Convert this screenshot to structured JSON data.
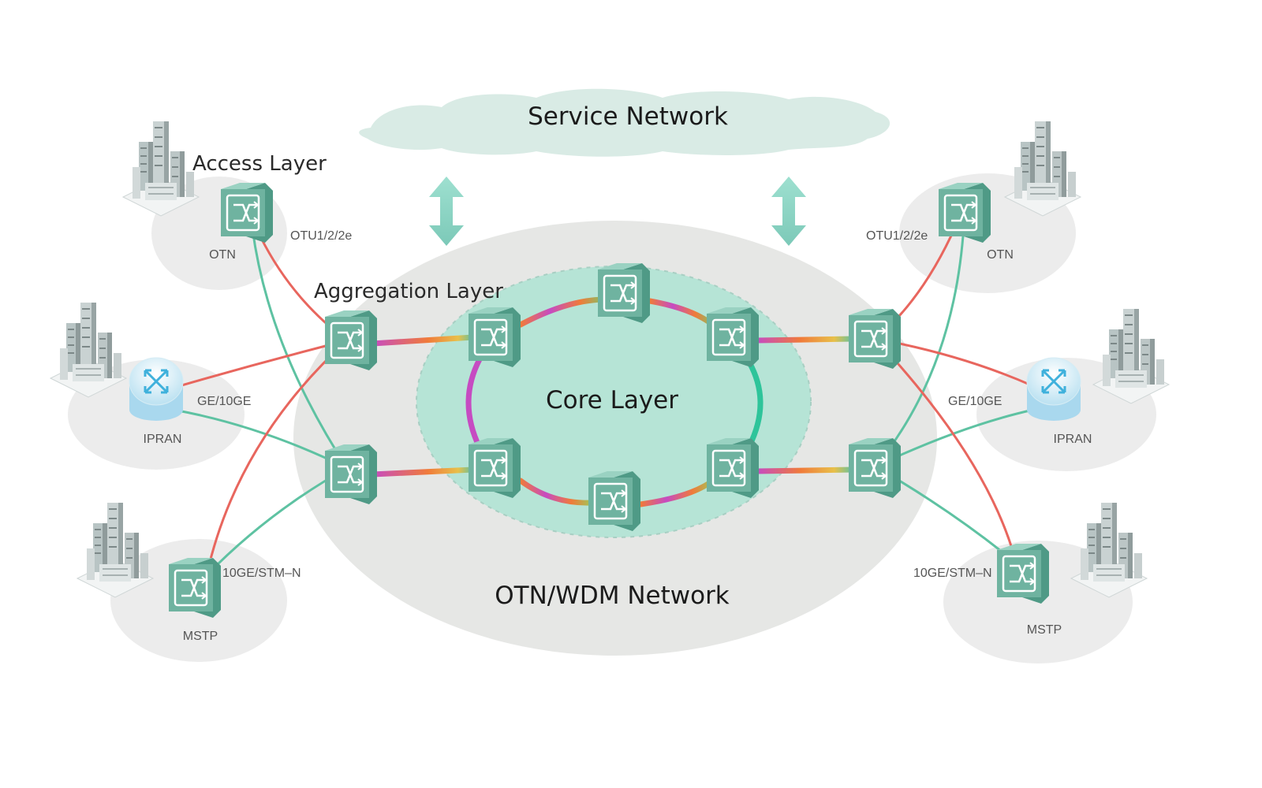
{
  "labels": {
    "service_network": "Service Network",
    "access_layer": "Access Layer",
    "aggregation_layer": "Aggregation Layer",
    "core_layer": "Core Layer",
    "otn_wdm_network": "OTN/WDM Network",
    "otu_left": "OTU1/2/2e",
    "otu_right": "OTU1/2/2e",
    "otn_left": "OTN",
    "otn_right": "OTN",
    "ge_left": "GE/10GE",
    "ge_right": "GE/10GE",
    "ipran_left": "IPRAN",
    "ipran_right": "IPRAN",
    "stm_left": "10GE/STM–N",
    "stm_right": "10GE/STM–N",
    "mstp_left": "MSTP",
    "mstp_right": "MSTP"
  },
  "colors": {
    "cloud": "#d9ebe5",
    "outer_ellipse": "#e8e8e6",
    "core_fill": "#b6e4d6",
    "switch": "#6fb3a0",
    "red_link": "#e8665e",
    "green_link": "#5ec2a2",
    "magenta_link": "#c64bc2",
    "orange_link": "#f07b3a",
    "arrow": "#8ed7c6"
  },
  "icons": {
    "switch": "optical-switch-icon",
    "router": "ipran-router-icon",
    "building": "city-buildings-icon",
    "arrow": "double-arrow-icon"
  }
}
